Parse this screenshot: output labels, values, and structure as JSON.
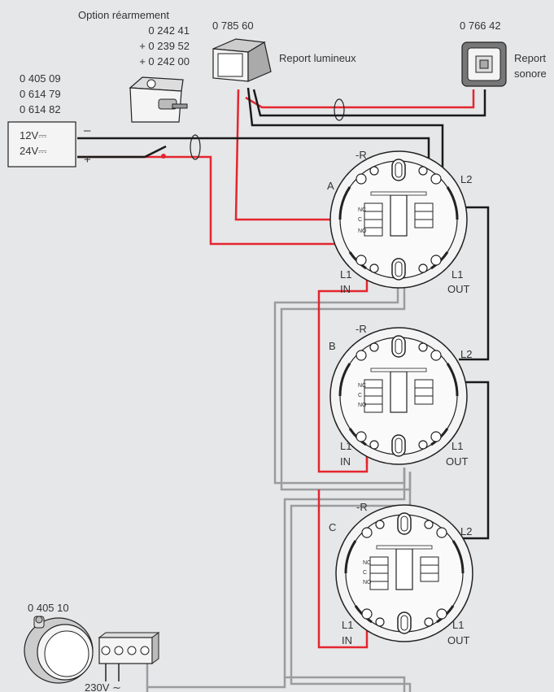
{
  "colors": {
    "background": "#e6e7e8",
    "red_wire": "#e3262f",
    "black_wire": "#1a1a1a",
    "grey_wire": "#9a9c9e",
    "device_fill": "#f7f7f7"
  },
  "labels": {
    "option_title": "Option réarmement",
    "option_ref1": "0 242 41",
    "option_ref2": "+ 0 239 52",
    "option_ref3": "+ 0 242 00",
    "report_lum_ref": "0 785 60",
    "report_lum": "Report lumineux",
    "report_son_ref": "0 766 42",
    "report_son_1": "Report",
    "report_son_2": "sonore",
    "psu_ref1": "0 405 09",
    "psu_ref2": "0 614 79",
    "psu_ref3": "0 614 82",
    "psu_12v": "12V⎓",
    "psu_24v": "24V⎓",
    "minus": "–",
    "plus": "+",
    "sensor_ref": "0 405 10",
    "mains": "230V ∼"
  },
  "detectors": [
    {
      "id": "A",
      "r_label": "-R",
      "l2": "L2",
      "l1": "L1",
      "in": "IN",
      "out": "OUT",
      "nc": "NC",
      "c": "C",
      "no": "NO"
    },
    {
      "id": "B",
      "r_label": "-R",
      "l2": "L2",
      "l1": "L1",
      "in": "IN",
      "out": "OUT",
      "nc": "NC",
      "c": "C",
      "no": "NO"
    },
    {
      "id": "C",
      "r_label": "-R",
      "l2": "L2",
      "l1": "L1",
      "in": "IN",
      "out": "OUT",
      "nc": "NC",
      "c": "C",
      "no": "NO"
    }
  ]
}
